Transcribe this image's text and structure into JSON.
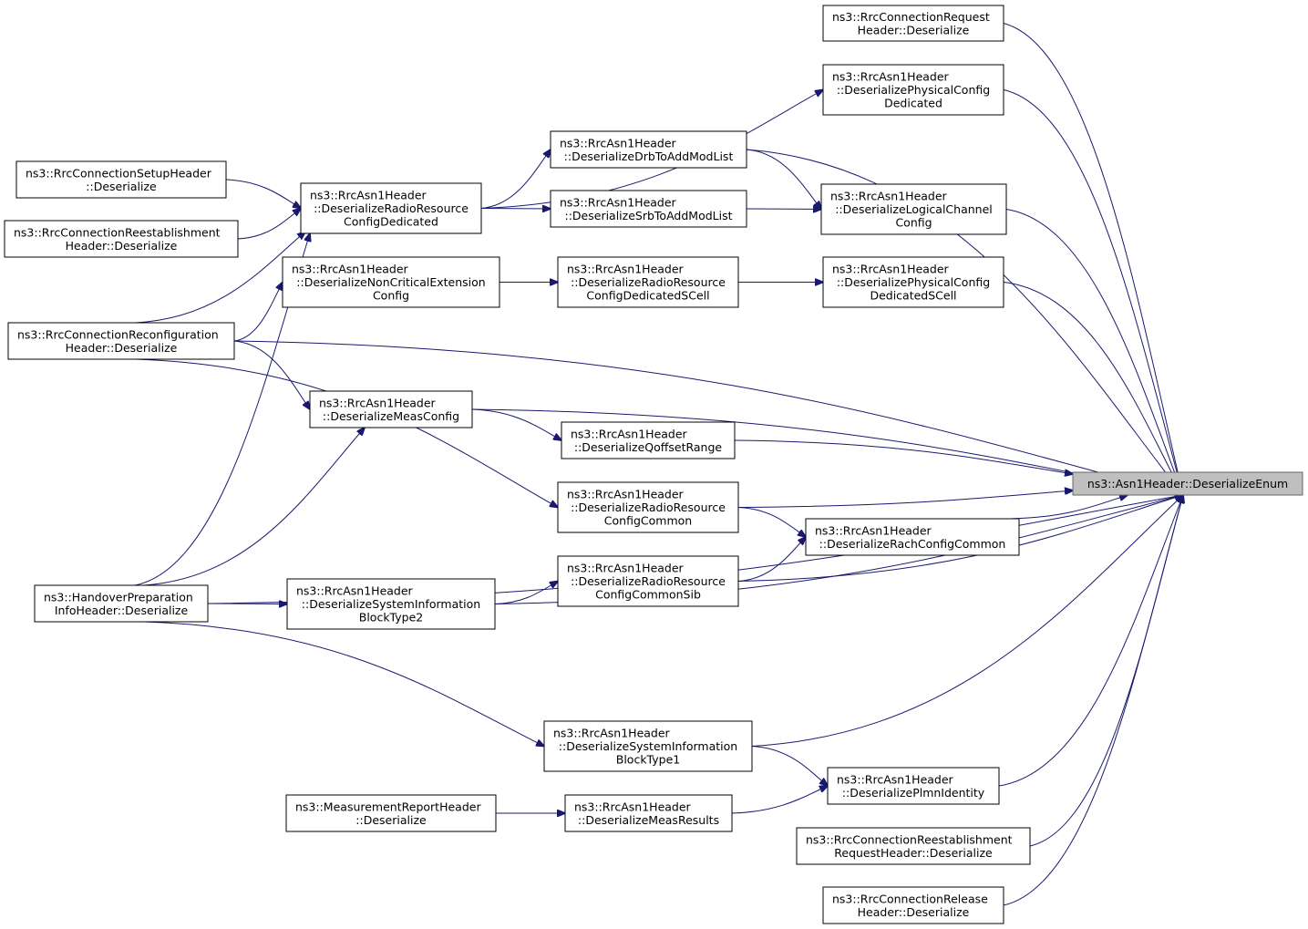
{
  "graph": {
    "edge_color": "#191970",
    "target_fill": "#bfbfbf",
    "nodes": {
      "target": [
        "ns3::Asn1Header::DeserializeEnum"
      ],
      "rrc_conn_request": [
        "ns3::RrcConnectionRequest",
        "Header::Deserialize"
      ],
      "phys_config_dedicated": [
        "ns3::RrcAsn1Header",
        "::DeserializePhysicalConfig",
        "Dedicated"
      ],
      "drb_to_add_mod_list": [
        "ns3::RrcAsn1Header",
        "::DeserializeDrbToAddModList"
      ],
      "srb_to_add_mod_list": [
        "ns3::RrcAsn1Header",
        "::DeserializeSrbToAddModList"
      ],
      "logical_channel_config": [
        "ns3::RrcAsn1Header",
        "::DeserializeLogicalChannel",
        "Config"
      ],
      "rrc_conn_setup": [
        "ns3::RrcConnectionSetupHeader",
        "::Deserialize"
      ],
      "radio_resource_config_dedicated": [
        "ns3::RrcAsn1Header",
        "::DeserializeRadioResource",
        "ConfigDedicated"
      ],
      "rrc_conn_reestablishment": [
        "ns3::RrcConnectionReestablishment",
        "Header::Deserialize"
      ],
      "non_critical_extension_config": [
        "ns3::RrcAsn1Header",
        "::DeserializeNonCriticalExtension",
        "Config"
      ],
      "radio_resource_config_dedicated_scell": [
        "ns3::RrcAsn1Header",
        "::DeserializeRadioResource",
        "ConfigDedicatedSCell"
      ],
      "phys_config_dedicated_scell": [
        "ns3::RrcAsn1Header",
        "::DeserializePhysicalConfig",
        "DedicatedSCell"
      ],
      "rrc_conn_reconfiguration": [
        "ns3::RrcConnectionReconfiguration",
        "Header::Deserialize"
      ],
      "meas_config": [
        "ns3::RrcAsn1Header",
        "::DeserializeMeasConfig"
      ],
      "qoffset_range": [
        "ns3::RrcAsn1Header",
        "::DeserializeQoffsetRange"
      ],
      "radio_resource_config_common": [
        "ns3::RrcAsn1Header",
        "::DeserializeRadioResource",
        "ConfigCommon"
      ],
      "rach_config_common": [
        "ns3::RrcAsn1Header",
        "::DeserializeRachConfigCommon"
      ],
      "radio_resource_config_common_sib": [
        "ns3::RrcAsn1Header",
        "::DeserializeRadioResource",
        "ConfigCommonSib"
      ],
      "handover_preparation_info": [
        "ns3::HandoverPreparation",
        "InfoHeader::Deserialize"
      ],
      "system_information_block_type2": [
        "ns3::RrcAsn1Header",
        "::DeserializeSystemInformation",
        "BlockType2"
      ],
      "system_information_block_type1": [
        "ns3::RrcAsn1Header",
        "::DeserializeSystemInformation",
        "BlockType1"
      ],
      "plmn_identity": [
        "ns3::RrcAsn1Header",
        "::DeserializePlmnIdentity"
      ],
      "measurement_report": [
        "ns3::MeasurementReportHeader",
        "::Deserialize"
      ],
      "meas_results": [
        "ns3::RrcAsn1Header",
        "::DeserializeMeasResults"
      ],
      "rrc_conn_reestablishment_request": [
        "ns3::RrcConnectionReestablishment",
        "RequestHeader::Deserialize"
      ],
      "rrc_conn_release": [
        "ns3::RrcConnectionRelease",
        "Header::Deserialize"
      ]
    },
    "edges": [
      [
        "rrc_conn_request",
        "target"
      ],
      [
        "phys_config_dedicated",
        "target"
      ],
      [
        "drb_to_add_mod_list",
        "target"
      ],
      [
        "logical_channel_config",
        "target"
      ],
      [
        "phys_config_dedicated_scell",
        "target"
      ],
      [
        "rrc_conn_reconfiguration",
        "target"
      ],
      [
        "meas_config",
        "target"
      ],
      [
        "qoffset_range",
        "target"
      ],
      [
        "radio_resource_config_common",
        "target"
      ],
      [
        "rach_config_common",
        "target"
      ],
      [
        "radio_resource_config_common_sib",
        "target"
      ],
      [
        "system_information_block_type2",
        "target"
      ],
      [
        "handover_preparation_info",
        "target"
      ],
      [
        "system_information_block_type1",
        "target"
      ],
      [
        "plmn_identity",
        "target"
      ],
      [
        "rrc_conn_reestablishment_request",
        "target"
      ],
      [
        "rrc_conn_release",
        "target"
      ],
      [
        "radio_resource_config_dedicated",
        "phys_config_dedicated"
      ],
      [
        "radio_resource_config_dedicated",
        "drb_to_add_mod_list"
      ],
      [
        "radio_resource_config_dedicated",
        "srb_to_add_mod_list"
      ],
      [
        "drb_to_add_mod_list",
        "logical_channel_config"
      ],
      [
        "srb_to_add_mod_list",
        "logical_channel_config"
      ],
      [
        "rrc_conn_setup",
        "radio_resource_config_dedicated"
      ],
      [
        "rrc_conn_reestablishment",
        "radio_resource_config_dedicated"
      ],
      [
        "rrc_conn_reconfiguration",
        "radio_resource_config_dedicated"
      ],
      [
        "handover_preparation_info",
        "radio_resource_config_dedicated"
      ],
      [
        "rrc_conn_reconfiguration",
        "non_critical_extension_config"
      ],
      [
        "non_critical_extension_config",
        "radio_resource_config_dedicated_scell"
      ],
      [
        "radio_resource_config_dedicated_scell",
        "phys_config_dedicated_scell"
      ],
      [
        "rrc_conn_reconfiguration",
        "meas_config"
      ],
      [
        "handover_preparation_info",
        "meas_config"
      ],
      [
        "meas_config",
        "qoffset_range"
      ],
      [
        "rrc_conn_reconfiguration",
        "radio_resource_config_common"
      ],
      [
        "radio_resource_config_common",
        "rach_config_common"
      ],
      [
        "radio_resource_config_common_sib",
        "rach_config_common"
      ],
      [
        "system_information_block_type2",
        "radio_resource_config_common_sib"
      ],
      [
        "handover_preparation_info",
        "system_information_block_type2"
      ],
      [
        "handover_preparation_info",
        "system_information_block_type1"
      ],
      [
        "system_information_block_type1",
        "plmn_identity"
      ],
      [
        "meas_results",
        "plmn_identity"
      ],
      [
        "measurement_report",
        "meas_results"
      ]
    ]
  }
}
